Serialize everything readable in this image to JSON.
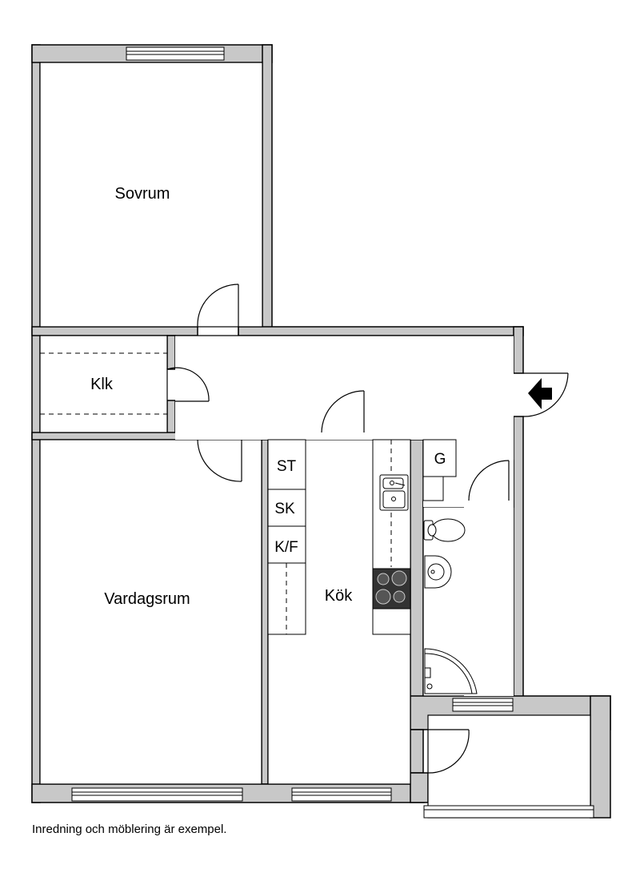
{
  "rooms": {
    "bedroom": "Sovrum",
    "closet": "Klk",
    "living_room": "Vardagsrum",
    "kitchen": "Kök"
  },
  "appliances": {
    "dishwasher": "ST",
    "freezer": "SK",
    "fridge_freezer": "K/F",
    "washer": "G"
  },
  "footer": {
    "note": "Inredning och möblering är exempel."
  },
  "colors": {
    "wall_fill": "#c8c8c8",
    "wall_stroke": "#000000",
    "stove_fill": "#333333",
    "background": "#ffffff"
  },
  "icons": {
    "entrance": "entrance-arrow-icon"
  }
}
